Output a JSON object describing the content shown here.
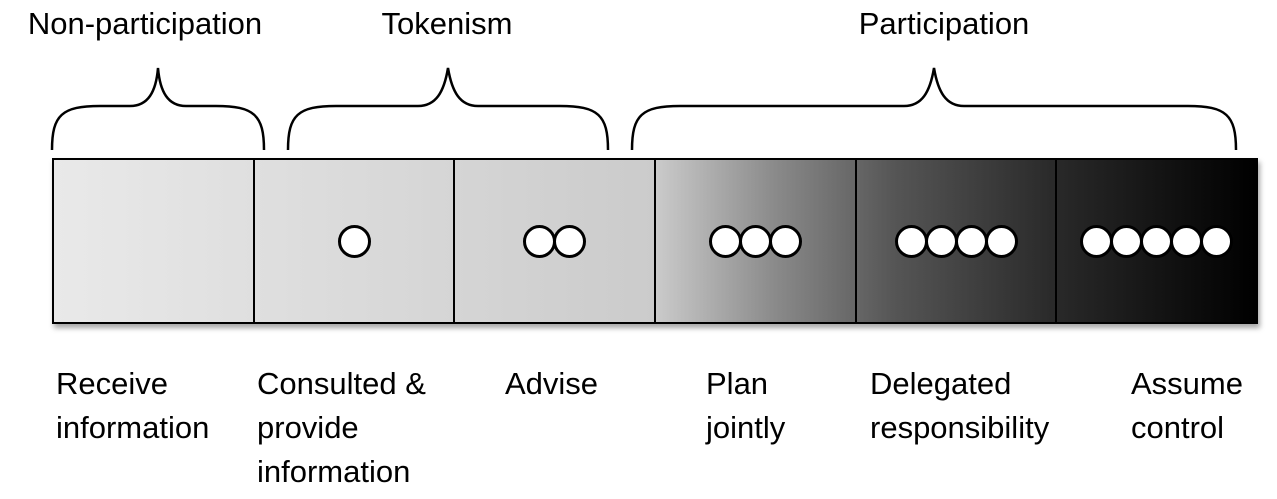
{
  "groups": [
    {
      "label": "Non-participation"
    },
    {
      "label": "Tokenism"
    },
    {
      "label": "Participation"
    }
  ],
  "levels": [
    {
      "label": "Receive\ninformation",
      "circles": 0
    },
    {
      "label": "Consulted &\nprovide\ninformation",
      "circles": 1
    },
    {
      "label": "Advise",
      "circles": 2
    },
    {
      "label": "Plan\njointly",
      "circles": 3
    },
    {
      "label": "Delegated\nresponsibility",
      "circles": 4
    },
    {
      "label": "Assume\ncontrol",
      "circles": 5
    }
  ]
}
